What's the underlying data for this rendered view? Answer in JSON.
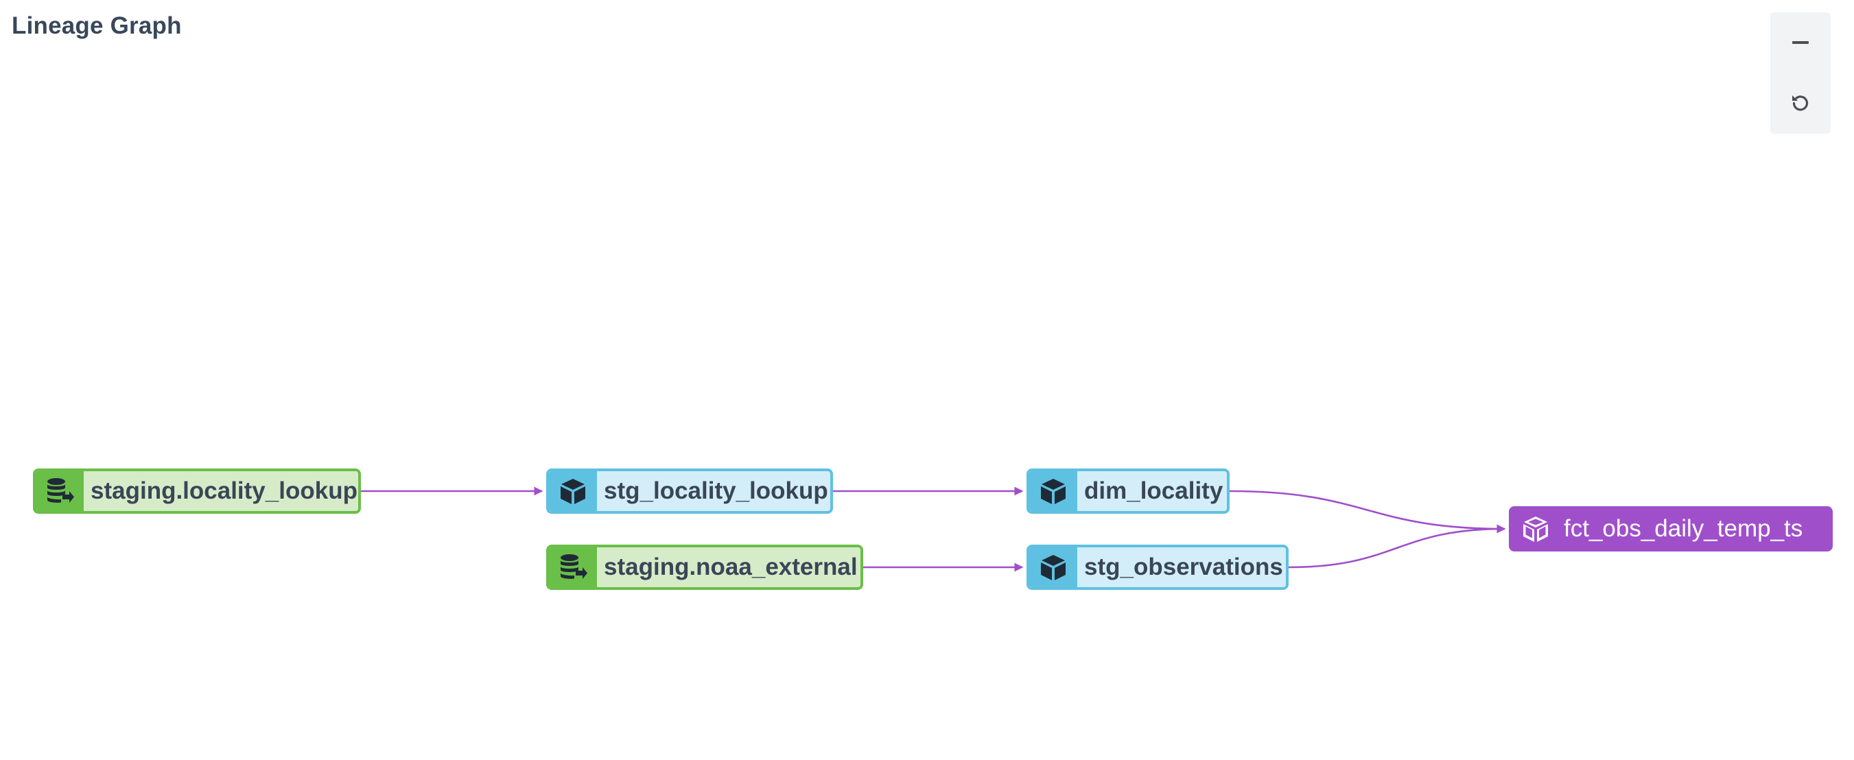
{
  "page": {
    "title": "Lineage Graph"
  },
  "controls": {
    "zoom_out_icon": "minus-icon",
    "reset_icon": "reset-rotate-icon"
  },
  "colors": {
    "source_accent": "#69bf47",
    "source_fill": "#d6ecc9",
    "model_accent": "#5fc1e2",
    "model_fill": "#d3eef8",
    "selected_accent": "#a04fcb",
    "edge": "#a04fcb",
    "text": "#3a4656"
  },
  "nodes": [
    {
      "id": "staging_locality_lookup",
      "label": "staging.locality_lookup",
      "kind": "source",
      "icon": "database-export-icon"
    },
    {
      "id": "stg_locality_lookup",
      "label": "stg_locality_lookup",
      "kind": "model",
      "icon": "cube-icon"
    },
    {
      "id": "dim_locality",
      "label": "dim_locality",
      "kind": "model",
      "icon": "cube-icon"
    },
    {
      "id": "staging_noaa_external",
      "label": "staging.noaa_external",
      "kind": "source",
      "icon": "database-export-icon"
    },
    {
      "id": "stg_observations",
      "label": "stg_observations",
      "kind": "model",
      "icon": "cube-icon"
    },
    {
      "id": "fct_obs_daily_temp_ts",
      "label": "fct_obs_daily_temp_ts",
      "kind": "selected",
      "icon": "cube-icon"
    }
  ],
  "edges": [
    {
      "from": "staging_locality_lookup",
      "to": "stg_locality_lookup"
    },
    {
      "from": "stg_locality_lookup",
      "to": "dim_locality"
    },
    {
      "from": "staging_noaa_external",
      "to": "stg_observations"
    },
    {
      "from": "dim_locality",
      "to": "fct_obs_daily_temp_ts"
    },
    {
      "from": "stg_observations",
      "to": "fct_obs_daily_temp_ts"
    }
  ]
}
